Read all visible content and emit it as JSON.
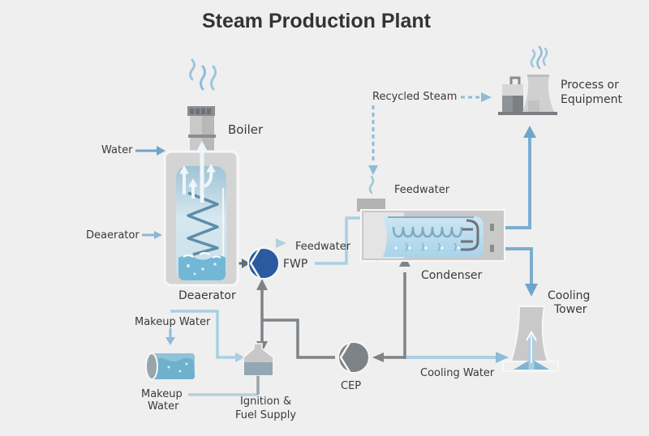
{
  "title": "Steam Production Plant",
  "colors": {
    "background": "#efefef",
    "water_blue": "#7aaed0",
    "light_blue": "#a9cfe2",
    "pump_blue": "#2c5aa0",
    "steel_gray": "#7e8388",
    "vessel_gray": "#cfcfcf",
    "text": "#3a3a3a"
  },
  "components": {
    "boiler": {
      "label": "Boiler",
      "icon": "boiler-stack-icon"
    },
    "deaerator": {
      "label": "Deaerator",
      "icon": "deaerator-vessel-icon"
    },
    "fwp": {
      "label": "FWP",
      "icon": "pump-icon"
    },
    "condenser": {
      "label": "Condenser",
      "icon": "condenser-icon"
    },
    "process": {
      "label_line1": "Process or",
      "label_line2": "Equipment",
      "icon": "factory-icon"
    },
    "cooling_tower": {
      "label_line1": "Cooling",
      "label_line2": "Tower",
      "icon": "cooling-tower-icon"
    },
    "cep": {
      "label": "CEP",
      "icon": "pump-icon"
    },
    "makeup_tank": {
      "label_line1": "Makeup",
      "label_line2": "Water",
      "icon": "water-tank-icon"
    },
    "fuel_supply": {
      "label_line1": "Ignition &",
      "label_line2": "Fuel Supply",
      "icon": "fuel-hopper-icon"
    }
  },
  "flows": {
    "water_in": "Water",
    "deaerator_in": "Deaerator",
    "feedwater_fwp": "Feedwater",
    "feedwater_condenser": "Feedwater",
    "recycled_steam": "Recycled Steam",
    "makeup_water": "Makeup Water",
    "cooling_water": "Cooling Water"
  }
}
